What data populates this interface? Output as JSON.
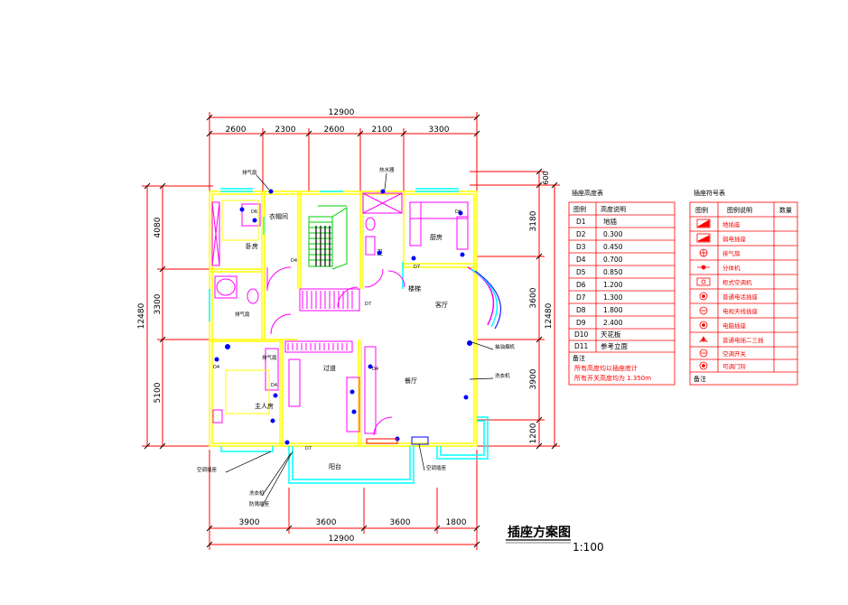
{
  "drawing": {
    "title": "插座方案图",
    "scale": "1:100"
  },
  "dimensions": {
    "top_total": "12900",
    "top_segments": [
      "2600",
      "2300",
      "2600",
      "2100",
      "3300"
    ],
    "bottom_total": "12900",
    "bottom_segments": [
      "3900",
      "3600",
      "3600",
      "1800"
    ],
    "left_total": "12480",
    "left_segments": [
      "4080",
      "3300",
      "5100"
    ],
    "right_total": "12480",
    "right_segments": [
      "600",
      "3180",
      "3600",
      "3900",
      "1200"
    ]
  },
  "rooms": {
    "bedroom_top": "卧房",
    "closet": "衣帽间",
    "stair": "楼梯",
    "kitchen": "厨房",
    "living": "客厅",
    "dining": "餐厅",
    "master": "主人房",
    "corridor": "过道",
    "balcony": "阳台",
    "bath": "卫"
  },
  "callouts": {
    "c1": "排气扇",
    "c2": "空调插座",
    "c3": "热水器",
    "c4": "洗衣机",
    "c5": "抽油烟机",
    "c6": "防溅插座",
    "c7": "空调插座",
    "c8": "洗衣机",
    "c9": "排气扇",
    "c10": "排气扇"
  },
  "height_table": {
    "title": "插座高度表",
    "headers": [
      "图例",
      "高度说明"
    ],
    "rows": [
      [
        "D1",
        "地插"
      ],
      [
        "D2",
        "0.300"
      ],
      [
        "D3",
        "0.450"
      ],
      [
        "D4",
        "0.700"
      ],
      [
        "D5",
        "0.850"
      ],
      [
        "D6",
        "1.200"
      ],
      [
        "D7",
        "1.300"
      ],
      [
        "D8",
        "1.800"
      ],
      [
        "D9",
        "2.400"
      ],
      [
        "D10",
        "天花板"
      ],
      [
        "D11",
        "参考立面"
      ]
    ],
    "note_label": "备注",
    "note_1": "所有高度均以插座底计",
    "note_2": "所有开关高度均为 1.350m"
  },
  "symbol_table": {
    "title": "插座符号表",
    "headers": [
      "图例",
      "图例说明",
      "数量"
    ],
    "rows": [
      [
        "地插座"
      ],
      [
        "弱电插座"
      ],
      [
        "排气扇"
      ],
      [
        "分体机"
      ],
      [
        "柜式空调机"
      ],
      [
        "普通电话插座"
      ],
      [
        "电视天线插座"
      ],
      [
        "电脑插座"
      ],
      [
        "普通电插二三插"
      ],
      [
        "空调开关"
      ],
      [
        "可调门铃"
      ]
    ],
    "note_label": "备注"
  },
  "colors": {
    "wall": "#ffff00",
    "dimension": "#ff0000",
    "door": "#ff00ff",
    "glass": "#00ffff",
    "outlet": "#0000ff",
    "text": "#000000"
  }
}
